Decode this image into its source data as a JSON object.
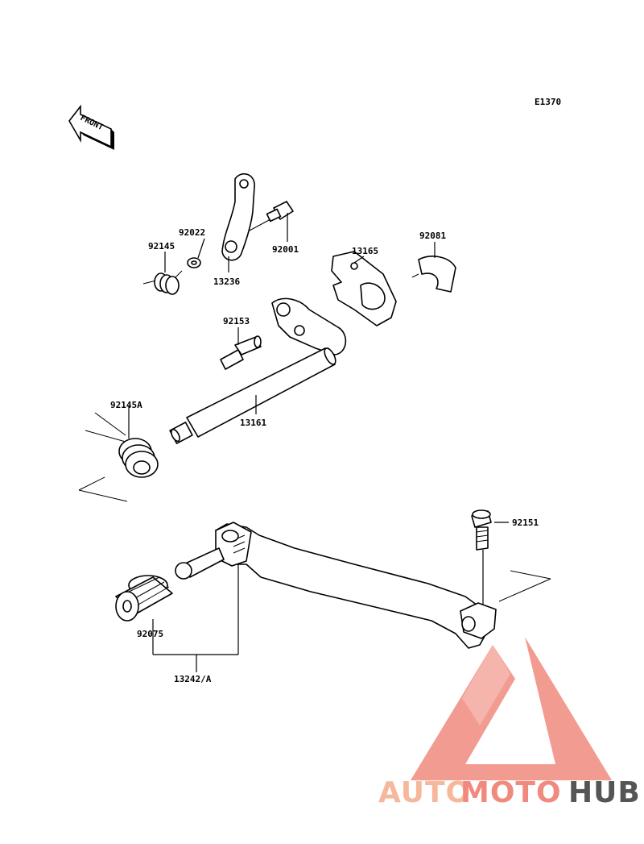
{
  "diagram_code": "E1370",
  "front_label": "FRONT",
  "parts": [
    {
      "id": "p92022",
      "label": "92022"
    },
    {
      "id": "p92145",
      "label": "92145"
    },
    {
      "id": "p13236",
      "label": "13236"
    },
    {
      "id": "p92001",
      "label": "92001"
    },
    {
      "id": "p13165",
      "label": "13165"
    },
    {
      "id": "p92081",
      "label": "92081"
    },
    {
      "id": "p92153",
      "label": "92153"
    },
    {
      "id": "p13161",
      "label": "13161"
    },
    {
      "id": "p92145A",
      "label": "92145A"
    },
    {
      "id": "p92151",
      "label": "92151"
    },
    {
      "id": "p92075",
      "label": "92075"
    },
    {
      "id": "p13242A",
      "label": "13242/A"
    }
  ],
  "watermark": {
    "part1": "AUTO",
    "part2": "MOTO",
    "part3": "HUB",
    "color_primary": "#f08a7e",
    "color_secondary": "#f6b89c",
    "color_dark": "#555555"
  }
}
